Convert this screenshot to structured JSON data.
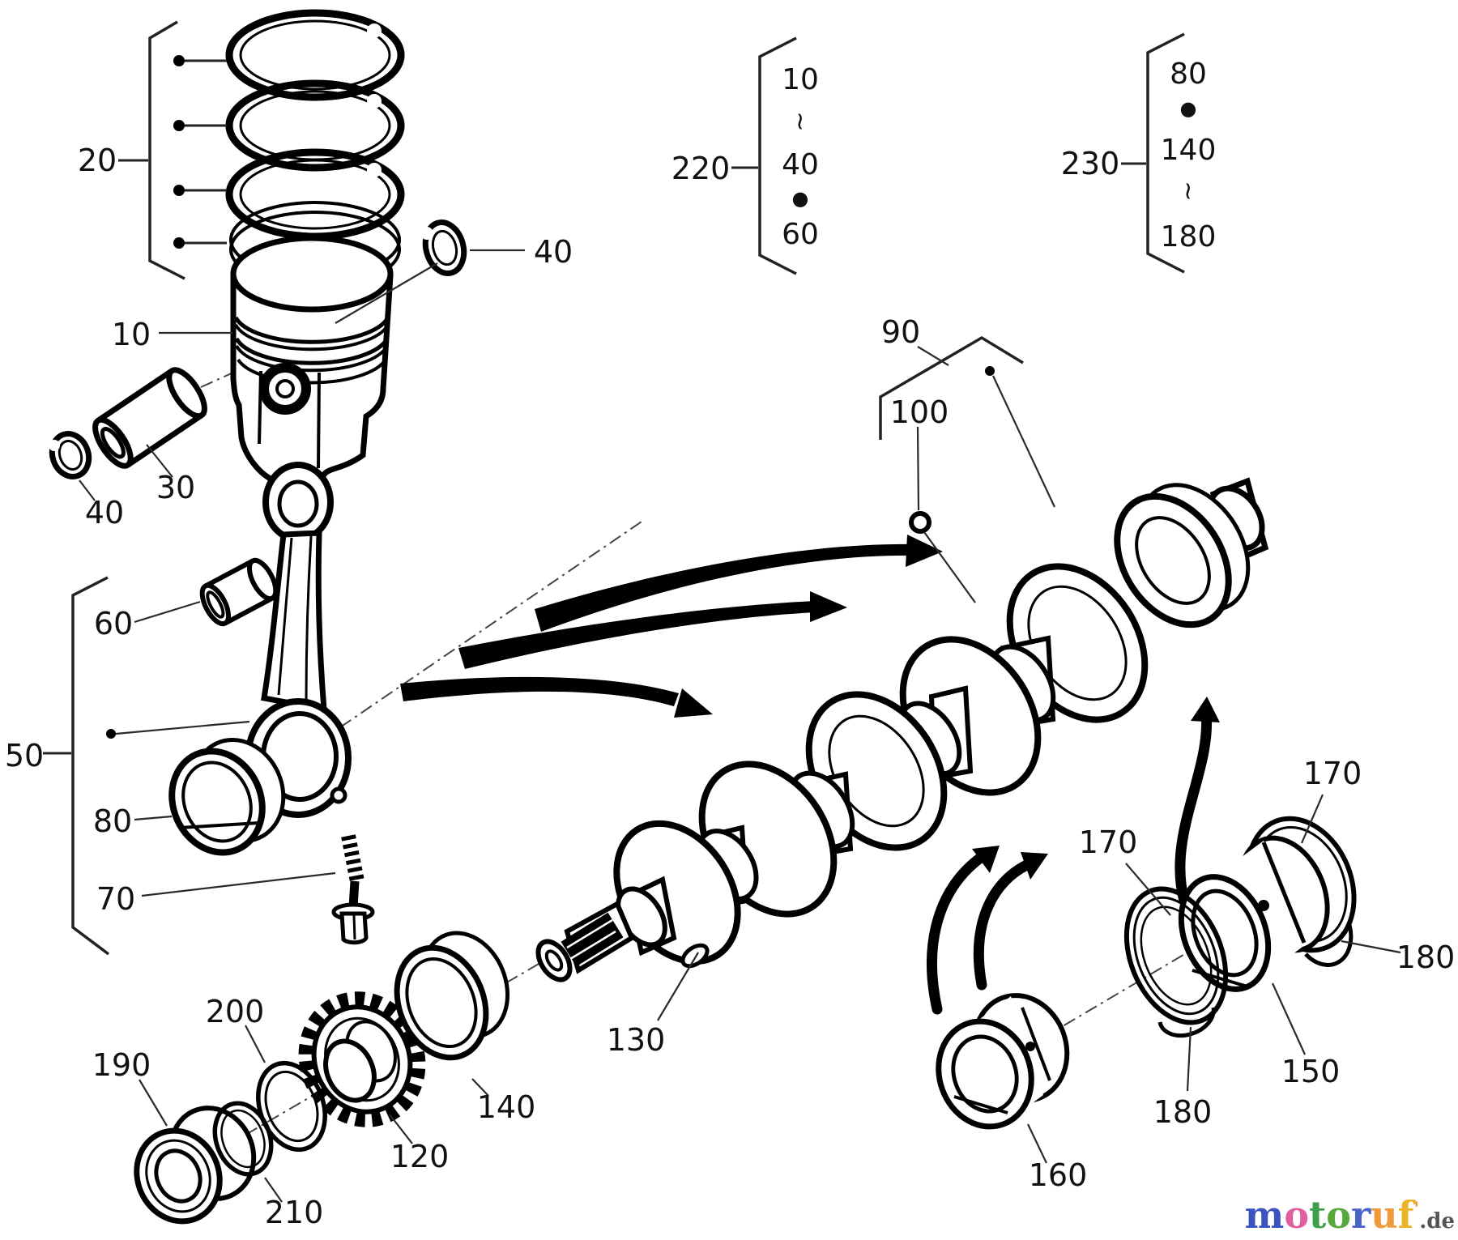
{
  "diagram": {
    "title_visible_text": "",
    "callouts": {
      "c20": {
        "text": "20"
      },
      "c10": {
        "text": "10"
      },
      "c40a": {
        "text": "40"
      },
      "c30": {
        "text": "30"
      },
      "c40b": {
        "text": "40"
      },
      "c60": {
        "text": "60"
      },
      "c50": {
        "text": "50"
      },
      "c80": {
        "text": "80"
      },
      "c70": {
        "text": "70"
      },
      "c90": {
        "text": "90"
      },
      "c100": {
        "text": "100"
      },
      "c130": {
        "text": "130"
      },
      "c140": {
        "text": "140"
      },
      "c120": {
        "text": "120"
      },
      "c200": {
        "text": "200"
      },
      "c190": {
        "text": "190"
      },
      "c210": {
        "text": "210"
      },
      "c160": {
        "text": "160"
      },
      "c170a": {
        "text": "170"
      },
      "c170b": {
        "text": "170"
      },
      "c180a": {
        "text": "180"
      },
      "c180b": {
        "text": "180"
      },
      "c150": {
        "text": "150"
      }
    },
    "groups": {
      "g220": {
        "label": "220",
        "items": [
          "10",
          "~",
          "40",
          "●",
          "60"
        ]
      },
      "g230": {
        "label": "230",
        "items": [
          "80",
          "●",
          "140",
          "~",
          "180"
        ]
      }
    },
    "colors": {
      "ink": "#000000",
      "leader": "#2a2a2a",
      "background": "#ffffff"
    }
  },
  "watermark": {
    "letters": [
      {
        "ch": "m",
        "color": "#3c52bf"
      },
      {
        "ch": "o",
        "color": "#e0609e"
      },
      {
        "ch": "t",
        "color": "#3f9e49"
      },
      {
        "ch": "o",
        "color": "#58a93c"
      },
      {
        "ch": "r",
        "color": "#4a63c8"
      },
      {
        "ch": "u",
        "color": "#f09a3c"
      },
      {
        "ch": "f",
        "color": "#e8b429"
      }
    ],
    "tick": "'",
    "tick_color": "#f09a3c",
    "suffix": ".de",
    "suffix_color": "#555555"
  }
}
